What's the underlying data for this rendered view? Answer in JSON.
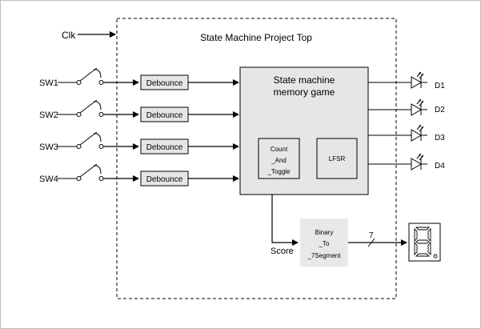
{
  "diagram": {
    "title": "State Machine Project Top",
    "clock_label": "Clk",
    "switches": [
      "SW1",
      "SW2",
      "SW3",
      "SW4"
    ],
    "debounce_label": "Debounce",
    "state_machine_label_line1": "State machine",
    "state_machine_label_line2": "memory game",
    "count_toggle": [
      "Count",
      "_And",
      "_Toggle"
    ],
    "lfsr_label": "LFSR",
    "binary_to_7seg": [
      "Binary",
      "_To",
      "_7Segment"
    ],
    "score_label": "Score",
    "bus_width": "7",
    "leds": [
      "D1",
      "D2",
      "D3",
      "D4"
    ],
    "colors": {
      "block_fill": "#e6e6e6",
      "sub_block_fill": "#e6e6e6",
      "binary_block_fill": "#e8e8e8",
      "stroke": "#000000",
      "frame": "#bdbdbd"
    }
  }
}
